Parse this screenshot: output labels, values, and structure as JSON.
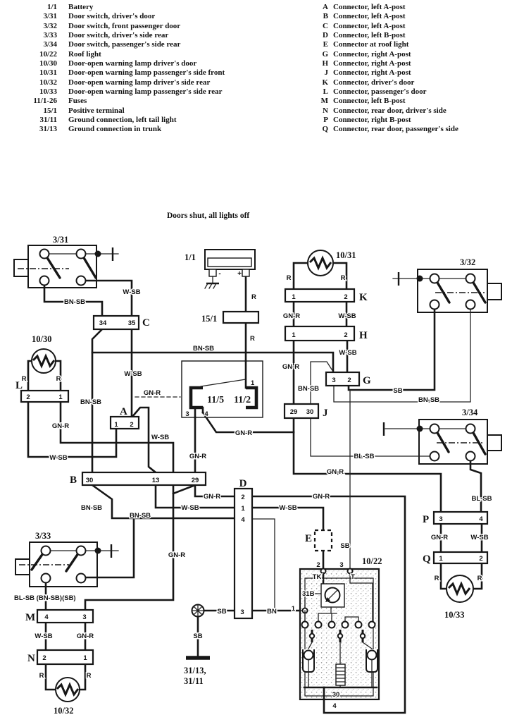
{
  "legend": {
    "left": [
      {
        "ref": "1/1",
        "desc": "Battery"
      },
      {
        "ref": "3/31",
        "desc": "Door switch, driver's door"
      },
      {
        "ref": "3/32",
        "desc": "Door switch, front passenger door"
      },
      {
        "ref": "3/33",
        "desc": "Door switch, driver's side rear"
      },
      {
        "ref": "3/34",
        "desc": "Door switch, passenger's side rear"
      },
      {
        "ref": "10/22",
        "desc": "Roof light"
      },
      {
        "ref": "10/30",
        "desc": "Door-open warning lamp driver's door"
      },
      {
        "ref": "10/31",
        "desc": "Door-open warning lamp passenger's side front"
      },
      {
        "ref": "10/32",
        "desc": "Door-open warning lamp driver's side rear"
      },
      {
        "ref": "10/33",
        "desc": "Door-open warning lamp passenger's side rear"
      },
      {
        "ref": "11/1-26",
        "desc": "Fuses"
      },
      {
        "ref": "15/1",
        "desc": "Positive terminal"
      },
      {
        "ref": "31/11",
        "desc": "Ground connection, left tail light"
      },
      {
        "ref": "31/13",
        "desc": "Ground connection in trunk"
      }
    ],
    "right": [
      {
        "id": "A",
        "desc": "Connector, left A-post"
      },
      {
        "id": "B",
        "desc": "Connector, left A-post"
      },
      {
        "id": "C",
        "desc": "Connector, left A-post"
      },
      {
        "id": "D",
        "desc": "Connector, left B-post"
      },
      {
        "id": "E",
        "desc": "Connector at roof light"
      },
      {
        "id": "G",
        "desc": "Connector, right A-post"
      },
      {
        "id": "H",
        "desc": "Connector, right A-post"
      },
      {
        "id": "J",
        "desc": "Connector, right A-post"
      },
      {
        "id": "K",
        "desc": "Connector, driver's door"
      },
      {
        "id": "L",
        "desc": "Connector, passenger's door"
      },
      {
        "id": "M",
        "desc": "Connector, left B-post"
      },
      {
        "id": "N",
        "desc": "Connector, rear door, driver's side"
      },
      {
        "id": "P",
        "desc": "Connector, right B-post"
      },
      {
        "id": "Q",
        "desc": "Connector, rear door, passenger's side"
      }
    ]
  },
  "diagram": {
    "title": "Doors shut, all lights off",
    "components": {
      "battery": "1/1",
      "positive_terminal": "15/1",
      "fuse_left": "11/5",
      "fuse_right": "11/2",
      "door_switch_driver": "3/31",
      "door_switch_front_passenger": "3/32",
      "door_switch_driver_rear": "3/33",
      "door_switch_passenger_rear": "3/34",
      "roof_light": "10/22",
      "lamp_driver_door": "10/30",
      "lamp_passenger_front": "10/31",
      "lamp_driver_rear": "10/32",
      "lamp_passenger_rear": "10/33",
      "ground_line1": "31/13,",
      "ground_line2": "31/11"
    },
    "battery": {
      "minus": "-",
      "plus": "+"
    },
    "wire_labels": {
      "w_sb": "W-SB",
      "bn_sb": "BN-SB",
      "gn_r": "GN-R",
      "sb": "SB",
      "bl_sb": "BL-SB",
      "bn": "BN",
      "r": "R",
      "combo": "BL-SB (BN-SB)(SB)"
    },
    "fuse_pins": {
      "p1": "1",
      "p3": "3",
      "p4": "4"
    },
    "connectors": {
      "A": {
        "letter": "A",
        "pins": [
          "1",
          "2"
        ]
      },
      "B": {
        "letter": "B",
        "pins": [
          "30",
          "13",
          "29"
        ]
      },
      "C": {
        "letter": "C",
        "pins": [
          "34",
          "35"
        ]
      },
      "D": {
        "letter": "D",
        "pins": [
          "2",
          "1",
          "4",
          "3"
        ]
      },
      "E": {
        "letter": "E"
      },
      "G": {
        "letter": "G",
        "pins": [
          "3",
          "2"
        ]
      },
      "H": {
        "letter": "H",
        "pins": [
          "1",
          "2"
        ]
      },
      "J": {
        "letter": "J",
        "pins": [
          "29",
          "30"
        ]
      },
      "K": {
        "letter": "K",
        "pins": [
          "1",
          "2"
        ]
      },
      "L": {
        "letter": "L",
        "pins": [
          "2",
          "1"
        ]
      },
      "M": {
        "letter": "M",
        "pins": [
          "4",
          "3"
        ]
      },
      "N": {
        "letter": "N",
        "pins": [
          "2",
          "1"
        ]
      },
      "P": {
        "letter": "P",
        "pins": [
          "3",
          "4"
        ]
      },
      "Q": {
        "letter": "Q",
        "pins": [
          "1",
          "2"
        ]
      }
    },
    "roof_light_unit": {
      "tk": "TK",
      "t": "T",
      "b31": "31B",
      "pin1": "1",
      "pin2": "2",
      "pin3": "3",
      "pin30": "30",
      "pin4": "4"
    }
  }
}
